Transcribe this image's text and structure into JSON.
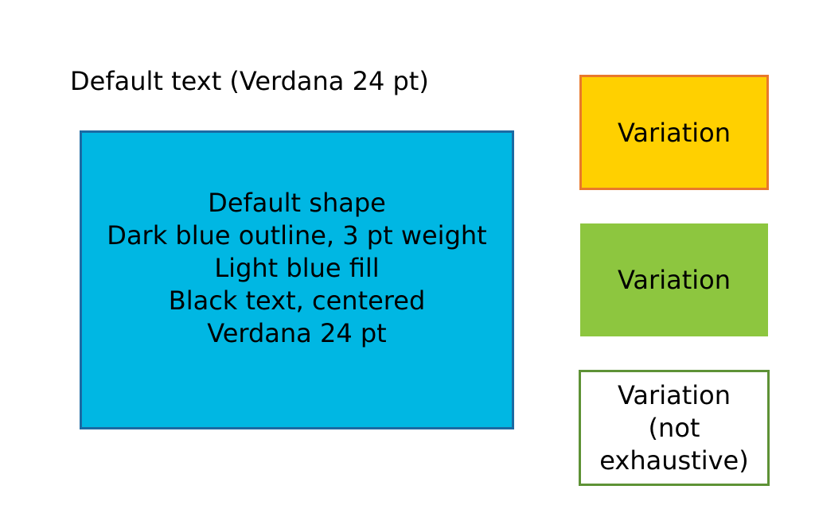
{
  "default_text": "Default text (Verdana 24 pt)",
  "main_shape": {
    "lines": [
      "Default shape",
      "Dark blue outline, 3 pt weight",
      "Light blue fill",
      "Black text, centered",
      "Verdana 24 pt"
    ]
  },
  "variations": [
    {
      "lines": [
        "Variation"
      ]
    },
    {
      "lines": [
        "Variation"
      ]
    },
    {
      "lines": [
        "Variation",
        "(not",
        "exhaustive)"
      ]
    }
  ],
  "colors": {
    "main_fill": "#00b7e3",
    "main_outline": "#1b6aa3",
    "yellow_fill": "#ffd000",
    "yellow_outline": "#e9782b",
    "green_fill": "#8dc63f",
    "white_outline": "#5e9236"
  }
}
